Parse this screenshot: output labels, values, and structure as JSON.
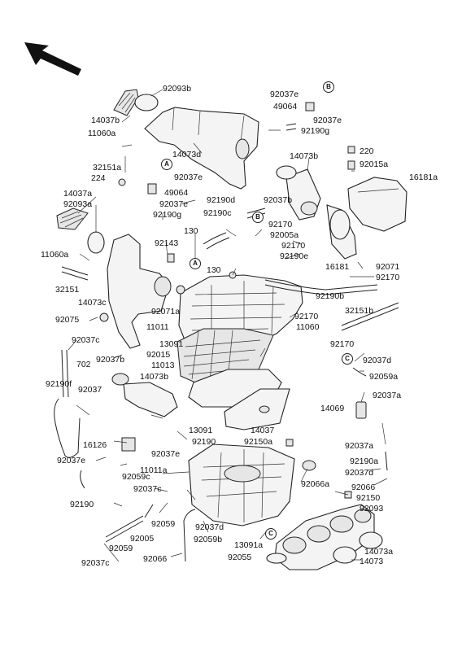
{
  "callouts": {
    "A": "A",
    "B": "B",
    "C": "C"
  },
  "labels": [
    "92093b",
    "92037e",
    "49064",
    "92037e",
    "92190g",
    "14037b",
    "11060a",
    "14073d",
    "14073b",
    "220",
    "92015a",
    "16181a",
    "32151a",
    "224",
    "92037e",
    "14037a",
    "92093a",
    "49064",
    "92037e",
    "92190g",
    "92190d",
    "92190c",
    "92037b",
    "92170",
    "92005a",
    "92170",
    "92190e",
    "130",
    "92143",
    "11060a",
    "16181",
    "92071",
    "92170",
    "32151",
    "130",
    "14073c",
    "92190b",
    "92170",
    "32151b",
    "92075",
    "92071a",
    "11011",
    "11060",
    "92037c",
    "13091",
    "92015",
    "92170",
    "702",
    "92037b",
    "11013",
    "92037d",
    "14073b",
    "92059a",
    "92190f",
    "92037",
    "92037a",
    "14069",
    "13091",
    "14037",
    "92190",
    "92150a",
    "16126",
    "92037e",
    "92037a",
    "92037e",
    "92059c",
    "11011a",
    "92190a",
    "92037d",
    "92066a",
    "92037c",
    "92066",
    "92150",
    "92190",
    "92093",
    "92059",
    "92005",
    "92037d",
    "92059b",
    "13091a",
    "14073a",
    "92059",
    "92066",
    "92055",
    "14073",
    "92037c"
  ]
}
